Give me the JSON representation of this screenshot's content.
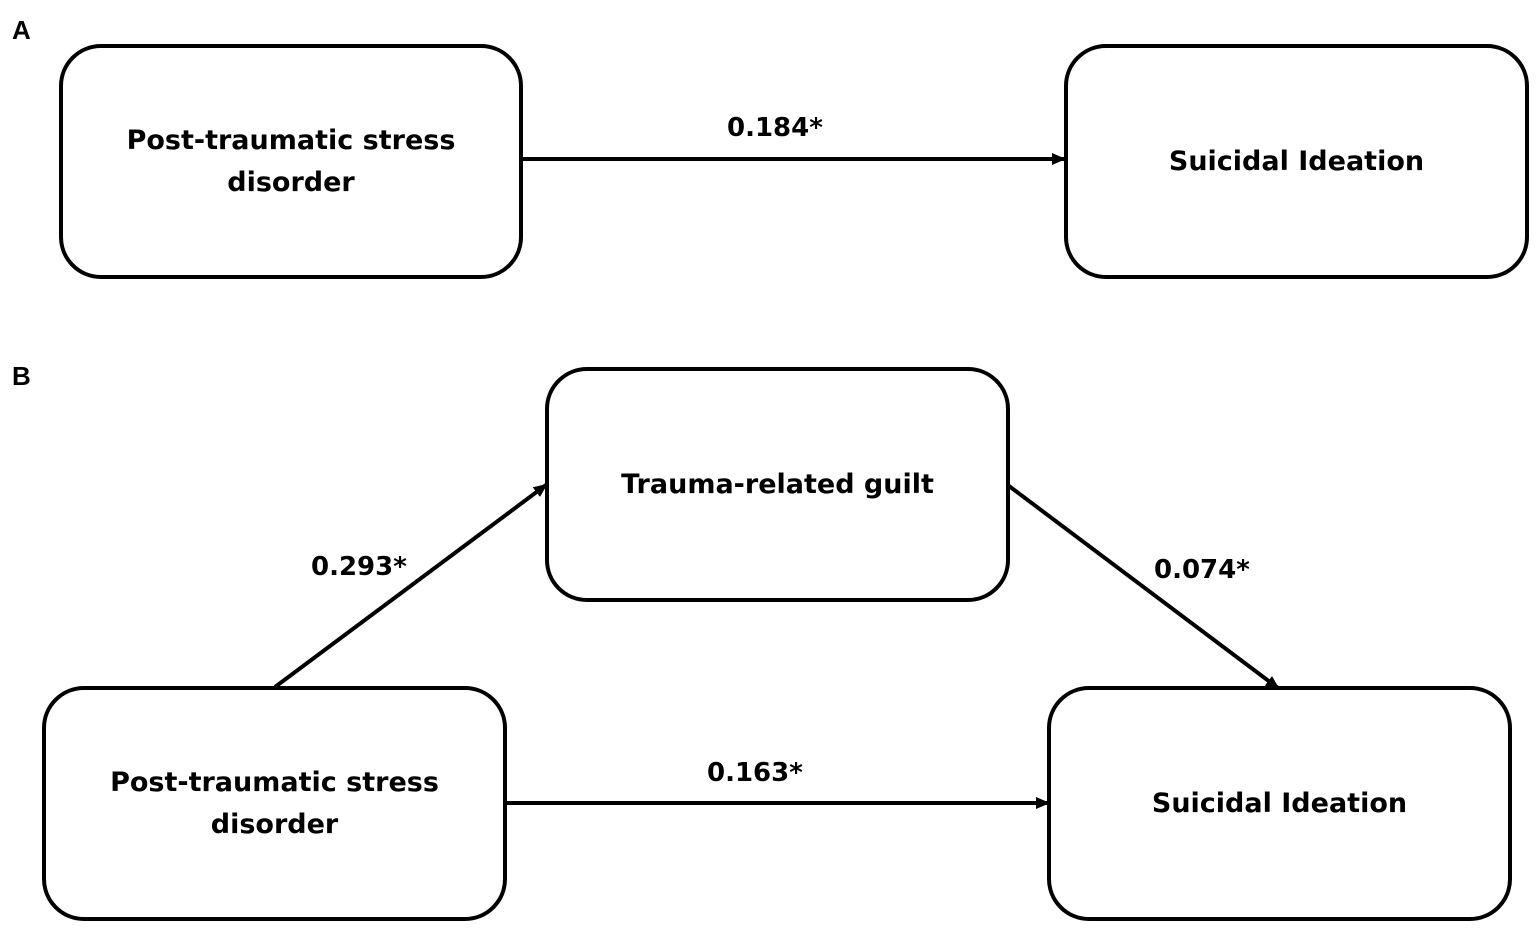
{
  "panels": {
    "a": {
      "label": "A",
      "nodes": {
        "ptsd": "Post-traumatic stress disorder",
        "si": "Suicidal Ideation"
      },
      "paths": {
        "ptsd_to_si": "0.184*"
      }
    },
    "b": {
      "label": "B",
      "nodes": {
        "guilt": "Trauma-related guilt",
        "ptsd": "Post-traumatic stress disorder",
        "si": "Suicidal Ideation"
      },
      "paths": {
        "ptsd_to_guilt": "0.293*",
        "guilt_to_si": "0.074*",
        "ptsd_to_si": "0.163*"
      }
    }
  },
  "colors": {
    "stroke": "#000000",
    "background": "#ffffff"
  }
}
